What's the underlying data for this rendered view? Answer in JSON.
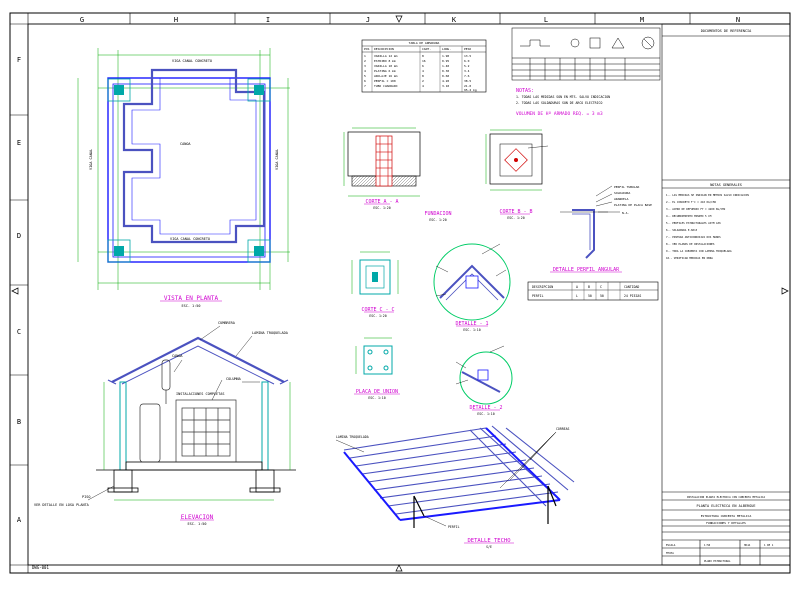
{
  "sheet": {
    "col_labels": [
      "G",
      "H",
      "I",
      "J",
      "K",
      "L",
      "M",
      "N"
    ],
    "row_labels": [
      "F",
      "E",
      "D",
      "C",
      "B",
      "A"
    ],
    "bottom_left_note": "DWG-001"
  },
  "views": {
    "plan_title": "VISTA EN PLANTA",
    "plan_scale": "ESC. 1:50",
    "elevation_title": "ELEVACION",
    "elevation_scale": "ESC. 1:50",
    "elevation_labels": {
      "cumbrera": "CUMBRERA",
      "lamina": "LAMINA TROQUELADA",
      "canoa": "CANOA",
      "equipment": "INSTALACIONES COMPLETAS",
      "columna": "COLUMNA",
      "piso": "PISO",
      "slab_note": "VER DETALLE EN LOSA PLANTA"
    },
    "plan_labels": {
      "top_beam": "VIGA CANAL CONCRETO",
      "bottom_beam": "VIGA CANAL CONCRETO",
      "left_beam": "VIGA CANAL",
      "right_beam": "VIGA CANAL",
      "center": "CANOA"
    },
    "fundacion_title": "FUNDACION",
    "fundacion_scale": "ESC. 1:20",
    "corte_a_title": "CORTE A - A",
    "corte_a_scale": "ESC. 1:20",
    "corte_b_title": "CORTE B - B",
    "corte_b_scale": "ESC. 1:20",
    "corte_c_title": "CORTE C - C",
    "corte_c_scale": "ESC. 1:20",
    "placa_title": "PLACA DE UNION",
    "placa_scale": "ESC. 1:10",
    "detalle1_title": "DETALLE - 1",
    "detalle1_scale": "ESC. 1:10",
    "detalle2_title": "DETALLE - 2",
    "detalle2_scale": "ESC. 1:10",
    "angle_title": "DETALLE PERFIL ANGULAR",
    "roof_title": "DETALLE TECHO",
    "roof_scale": "S/E",
    "roof_labels": {
      "lamina": "LAMINA TROQUELADA",
      "correas": "CORREAS",
      "perfil": "PERFIL"
    },
    "angle_labels": {
      "l1": "PERFIL TUBULAR",
      "l2": "SOLDADURA",
      "l3": "ARANDELA",
      "l4": "PLATINA DE PLACA BASE",
      "l5": "N.A."
    }
  },
  "notes": {
    "title": "NOTAS:",
    "lines": [
      "1. TODAS LAS MEDIDAS SON EN MTS. SALVO INDICACION",
      "2. TODAS LAS SOLDADURAS SON DE ARCO ELECTRICO"
    ],
    "volume": "VOLUMEN DE Hº ARMADO REQ. = 3 m3"
  },
  "rebar_table": {
    "title": "TABLA DE ARMADURA",
    "headers": [
      "POS",
      "DESCRIPCION",
      "CANT.",
      "LONG.",
      "PESO"
    ],
    "rows": [
      [
        "1",
        "VARILLA 12 mm",
        "8",
        "1.90",
        "13.5"
      ],
      [
        "2",
        "ESTRIBO 8 mm",
        "16",
        "0.95",
        "6.0"
      ],
      [
        "3",
        "VARILLA 10 mm",
        "6",
        "1.40",
        "5.2"
      ],
      [
        "4",
        "PLATINA 6 mm",
        "4",
        "0.30",
        "3.4"
      ],
      [
        "5",
        "ANCLAJE 16 mm",
        "8",
        "0.60",
        "7.6"
      ],
      [
        "6",
        "PERFIL C 100",
        "2",
        "4.20",
        "38.5"
      ],
      [
        "7",
        "TUBO CUADRADO",
        "4",
        "3.10",
        "21.0"
      ]
    ],
    "total": "95.2 kg"
  },
  "angle_table": {
    "headers": [
      "DESCRIPCION",
      "A",
      "B",
      "C",
      "CANTIDAD"
    ],
    "rows": [
      [
        "PERFIL",
        "L",
        "50",
        "50",
        "24 PIEZAS"
      ]
    ]
  },
  "title_block": {
    "doc_ref": "DOCUMENTOS DE REFERENCIA",
    "general_notes_title": "NOTAS GENERALES",
    "general_notes": [
      "1.- LAS MEDIDAS SE INDICAN EN METROS SALVO INDICACION",
      "2.- EL CONCRETO F'C = 210 KG/CM2",
      "3.- ACERO DE REFUERZO FY = 4200 KG/CM2",
      "4.- RECUBRIMIENTO MINIMO 5 CM",
      "5.- PERFILES ESTRUCTURALES ASTM A36",
      "6.- SOLDADURA E-6013",
      "7.- PINTURA ANTICORROSIVA DOS MANOS",
      "8.- VER PLANOS DE INSTALACIONES",
      "9.- TODA LA CUBIERTA CON LAMINA TROQUELADA",
      "10.- VERIFICAR MEDIDAS EN OBRA"
    ],
    "project_line": "INSTALACION PLANTA ELECTRICA CON CUBIERTA METALICA",
    "project_name": "PLANTA ELECTRICA EN ALBERGUE",
    "sheet_desc1": "ESTRUCTURA CUBIERTA METALICA",
    "sheet_desc2": "FUNDACIONES Y DETALLES",
    "scale_label": "ESCALA",
    "scale_value": "1:50",
    "date_label": "FECHA",
    "sheet_label": "HOJA",
    "sheet_value": "1 DE 1",
    "drawing_no": "PLANO ESTRUCTURAL"
  },
  "colors": {
    "border": "#000000",
    "structure": "#1a1aff",
    "outline": "#4b52c0",
    "label": "#d000d0",
    "dimension": "#00aa00",
    "detail_circle": "#00cc66",
    "column": "#00a8a8",
    "text": "#000000"
  }
}
